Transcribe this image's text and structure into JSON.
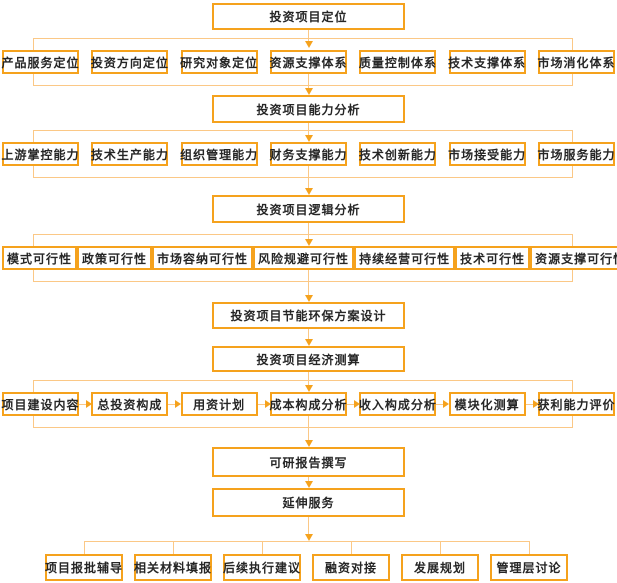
{
  "diagram_type": "flowchart",
  "colors": {
    "box_border": "#F5A21D",
    "connector_line": "#FBC886",
    "arrowhead": "#F5A21D",
    "text": "#262626",
    "background": "#FFFFFF"
  },
  "nodes": {
    "positioning": "投资项目定位",
    "tier_positioning": [
      "产品服务定位",
      "投资方向定位",
      "研究对象定位",
      "资源支撑体系",
      "质量控制体系",
      "技术支撑体系",
      "市场消化体系"
    ],
    "capability": "投资项目能力分析",
    "tier_capability": [
      "上游掌控能力",
      "技术生产能力",
      "组织管理能力",
      "财务支撑能力",
      "技术创新能力",
      "市场接受能力",
      "市场服务能力"
    ],
    "logic": "投资项目逻辑分析",
    "tier_feasibility": [
      "模式可行性",
      "政策可行性",
      "市场容纳可行性",
      "风险规避可行性",
      "持续经营可行性",
      "技术可行性",
      "资源支撑可行性"
    ],
    "eco_design": "投资项目节能环保方案设计",
    "economic": "投资项目经济测算",
    "tier_economic": [
      "项目建设内容",
      "总投资构成",
      "用资计划",
      "成本构成分析",
      "收入构成分析",
      "模块化测算",
      "获利能力评价"
    ],
    "report": "可研报告撰写",
    "extended": "延伸服务",
    "tier_extended": [
      "项目报批辅导",
      "相关材料填报",
      "后续执行建议",
      "融资对接",
      "发展规划",
      "管理层讨论"
    ]
  }
}
